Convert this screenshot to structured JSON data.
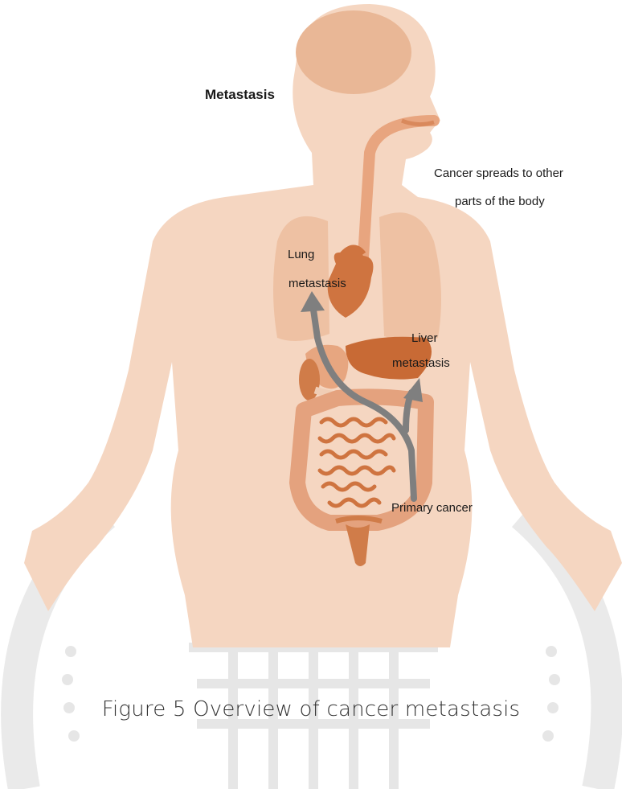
{
  "title": "Metastasis",
  "annotation": [
    "Cancer spreads to other",
    "parts of the body"
  ],
  "labels": {
    "lung": [
      "Lung",
      "metastasis"
    ],
    "liver": [
      "Liver",
      "metastasis"
    ],
    "primary": "Primary cancer"
  },
  "caption": "Figure 5 Overview of cancer metastasis",
  "colors": {
    "skin": "#f5d6c1",
    "organ_light": "#e9ae8c",
    "organ_mid": "#dd9b72",
    "organ_dark": "#c96d38",
    "arrow": "#7f7f7f",
    "watermark": "#d8d8d8"
  }
}
